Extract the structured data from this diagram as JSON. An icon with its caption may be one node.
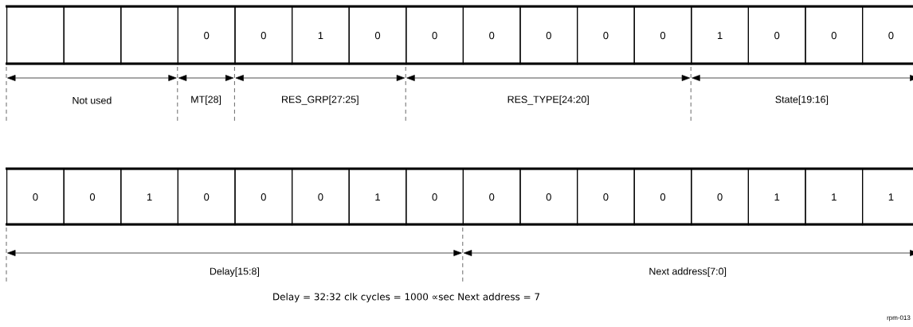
{
  "diagram": {
    "labels": [
      "0",
      "0",
      "1",
      "0",
      "0",
      "0",
      "0",
      "0",
      "0",
      "1",
      "0",
      "0",
      "0",
      "Not used",
      "MT[28]",
      "RES_GRP[27:25]",
      "RES_TYPE[24:20]",
      "State[19:16]",
      "0",
      "0",
      "1",
      "0",
      "0",
      "0",
      "1",
      "0",
      "0",
      "0",
      "0",
      "0",
      "0",
      "1",
      "1",
      "1",
      "Delay[15:8]",
      "Next address[7:0]",
      "Delay = 32:32 clk cycles = 1000      ∝sec Next address = 7",
      "rpm-013"
    ]
  }
}
